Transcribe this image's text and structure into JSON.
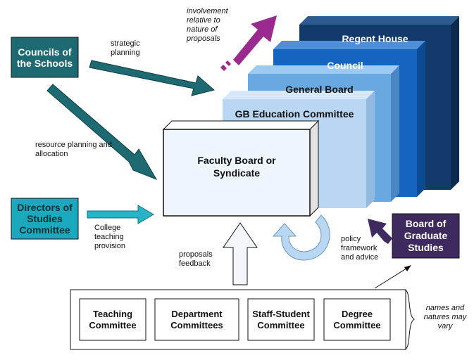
{
  "layers": {
    "regent_house": "Regent House",
    "council": "Council",
    "general_board": "General Board",
    "gb_education": "GB Education Committee",
    "faculty_board": "Faculty Board or Syndicate"
  },
  "side_boxes": {
    "councils": "Councils of the Schools",
    "directors": "Directors of Studies Committee",
    "graduate": "Board of Graduate Studies"
  },
  "annotations": {
    "involvement": "involvement relative to nature of proposals",
    "strategic": "strategic planning",
    "resource": "resource planning and allocation",
    "college": "College teaching provision",
    "proposals": "proposals feedback",
    "policy": "policy framework and advice",
    "names": "names and natures may vary"
  },
  "committees": [
    {
      "label": "Teaching Committee"
    },
    {
      "label": "Department Committees"
    },
    {
      "label": "Staff-Student Committee"
    },
    {
      "label": "Degree Committee"
    }
  ],
  "colors": {
    "regent": "#123a6b",
    "council": "#1565c0",
    "general": "#6aa8e0",
    "gbedu": "#b9d6f2",
    "faculty": "#eef5fd",
    "teal": "#1e6a72",
    "cyan": "#2ab3c6",
    "purple": "#9b2a8f",
    "graduate": "#3e2a5e"
  }
}
